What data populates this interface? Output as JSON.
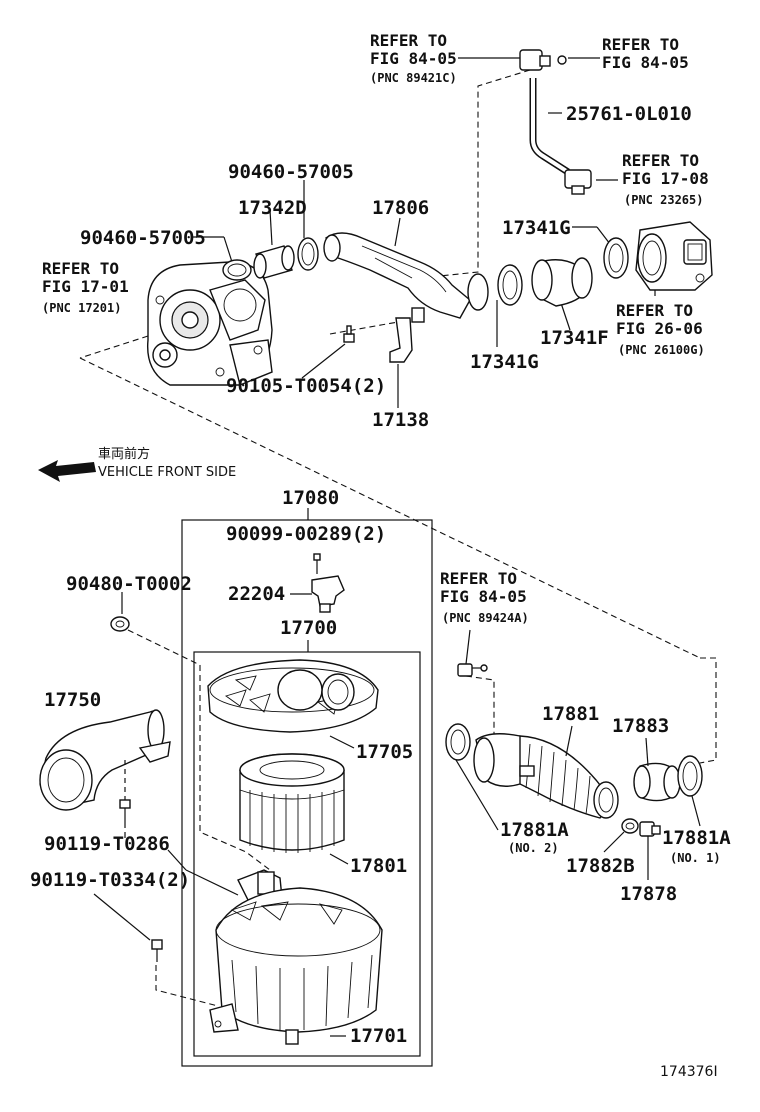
{
  "labels": {
    "refer_top_left_1": "REFER TO",
    "refer_top_left_2": "FIG 84-05",
    "refer_top_left_pnc": "(PNC 89421C)",
    "refer_top_right_1": "REFER TO",
    "refer_top_right_2": "FIG 84-05",
    "p25761": "25761-0L010",
    "refer_1708_1": "REFER TO",
    "refer_1708_2": "FIG 17-08",
    "refer_1708_pnc": "(PNC 23265)",
    "p90460a": "90460-57005",
    "p17342d": "17342D",
    "p17806": "17806",
    "p90460b": "90460-57005",
    "refer_1701_1": "REFER TO",
    "refer_1701_2": "FIG 17-01",
    "refer_1701_pnc": "(PNC 17201)",
    "p17341g_top": "17341G",
    "p17341g_bot": "17341G",
    "p17341f": "17341F",
    "refer_2606_1": "REFER TO",
    "refer_2606_2": "FIG 26-06",
    "refer_2606_pnc": "(PNC 26100G)",
    "p90105": "90105-T0054(2)",
    "p17138": "17138",
    "front_jp": "車両前方",
    "front_en": "VEHICLE FRONT SIDE",
    "p17080": "17080",
    "p90099": "90099-00289(2)",
    "p22204": "22204",
    "p90480": "90480-T0002",
    "p17700": "17700",
    "refer_bot_1": "REFER TO",
    "refer_bot_2": "FIG 84-05",
    "refer_bot_pnc": "(PNC 89424A)",
    "p17750": "17750",
    "p17705": "17705",
    "p17881": "17881",
    "p17883": "17883",
    "p90119a": "90119-T0286",
    "p17801": "17801",
    "p17881a_left": "17881A",
    "p17881a_left_no": "(NO. 2)",
    "p17882b": "17882B",
    "p17881a_right": "17881A",
    "p17881a_right_no": "(NO. 1)",
    "p90119b": "90119-T0334(2)",
    "p17878": "17878",
    "p17701": "17701",
    "figure_id": "174376I"
  }
}
